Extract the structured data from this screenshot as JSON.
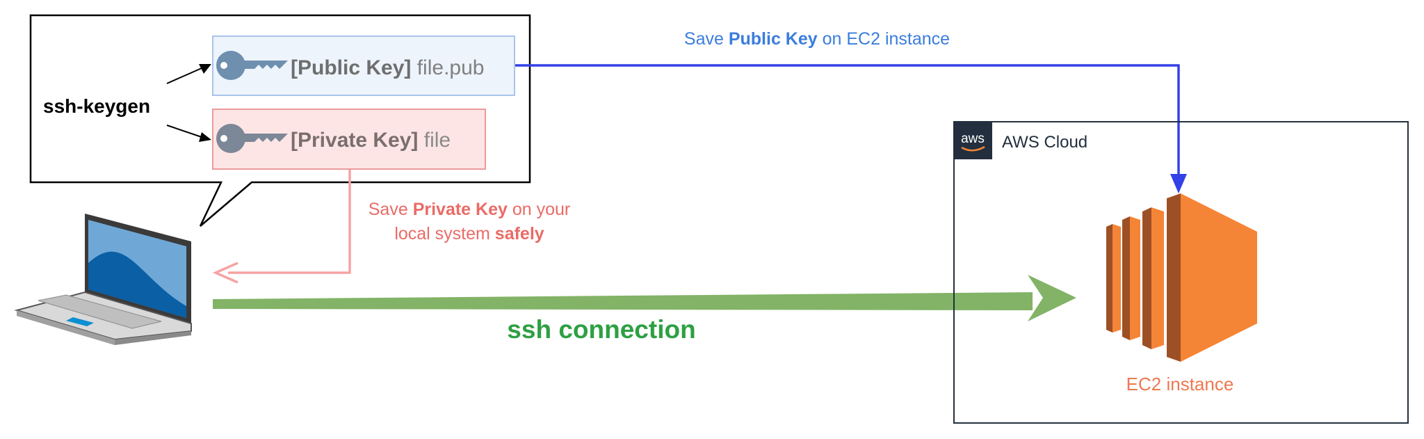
{
  "tool": {
    "label": "ssh-keygen"
  },
  "public_key": {
    "bracket": "[Public Key]",
    "filename": "file.pub"
  },
  "private_key": {
    "bracket": "[Private Key]",
    "filename": "file"
  },
  "save_public": {
    "pre": "Save ",
    "bold": "Public Key",
    "post": " on EC2 instance"
  },
  "save_private": {
    "line1_pre": "Save ",
    "line1_bold": "Private Key",
    "line1_post": " on your",
    "line2_pre": "local system ",
    "line2_bold": "safely"
  },
  "connection": {
    "label": "ssh connection"
  },
  "aws": {
    "group_label": "AWS Cloud",
    "logo_text": "aws"
  },
  "ec2": {
    "label": "EC2 instance"
  },
  "colors": {
    "public_box_fill": "#EEF4FC",
    "public_box_stroke": "#A9C4EB",
    "private_box_fill": "#FDE5E5",
    "private_box_stroke": "#EA9A9A",
    "public_arrow": "#3440E8",
    "public_text": "#3B7DDD",
    "private_arrow": "#F5A3A3",
    "private_text": "#EA6B66",
    "ssh_arrow": "#82B366",
    "ssh_text": "#2EA043",
    "ec2_orange": "#F58536",
    "ec2_dark": "#9D5025",
    "aws_dark": "#232F3E",
    "key_icon": "#6E8FAE"
  }
}
